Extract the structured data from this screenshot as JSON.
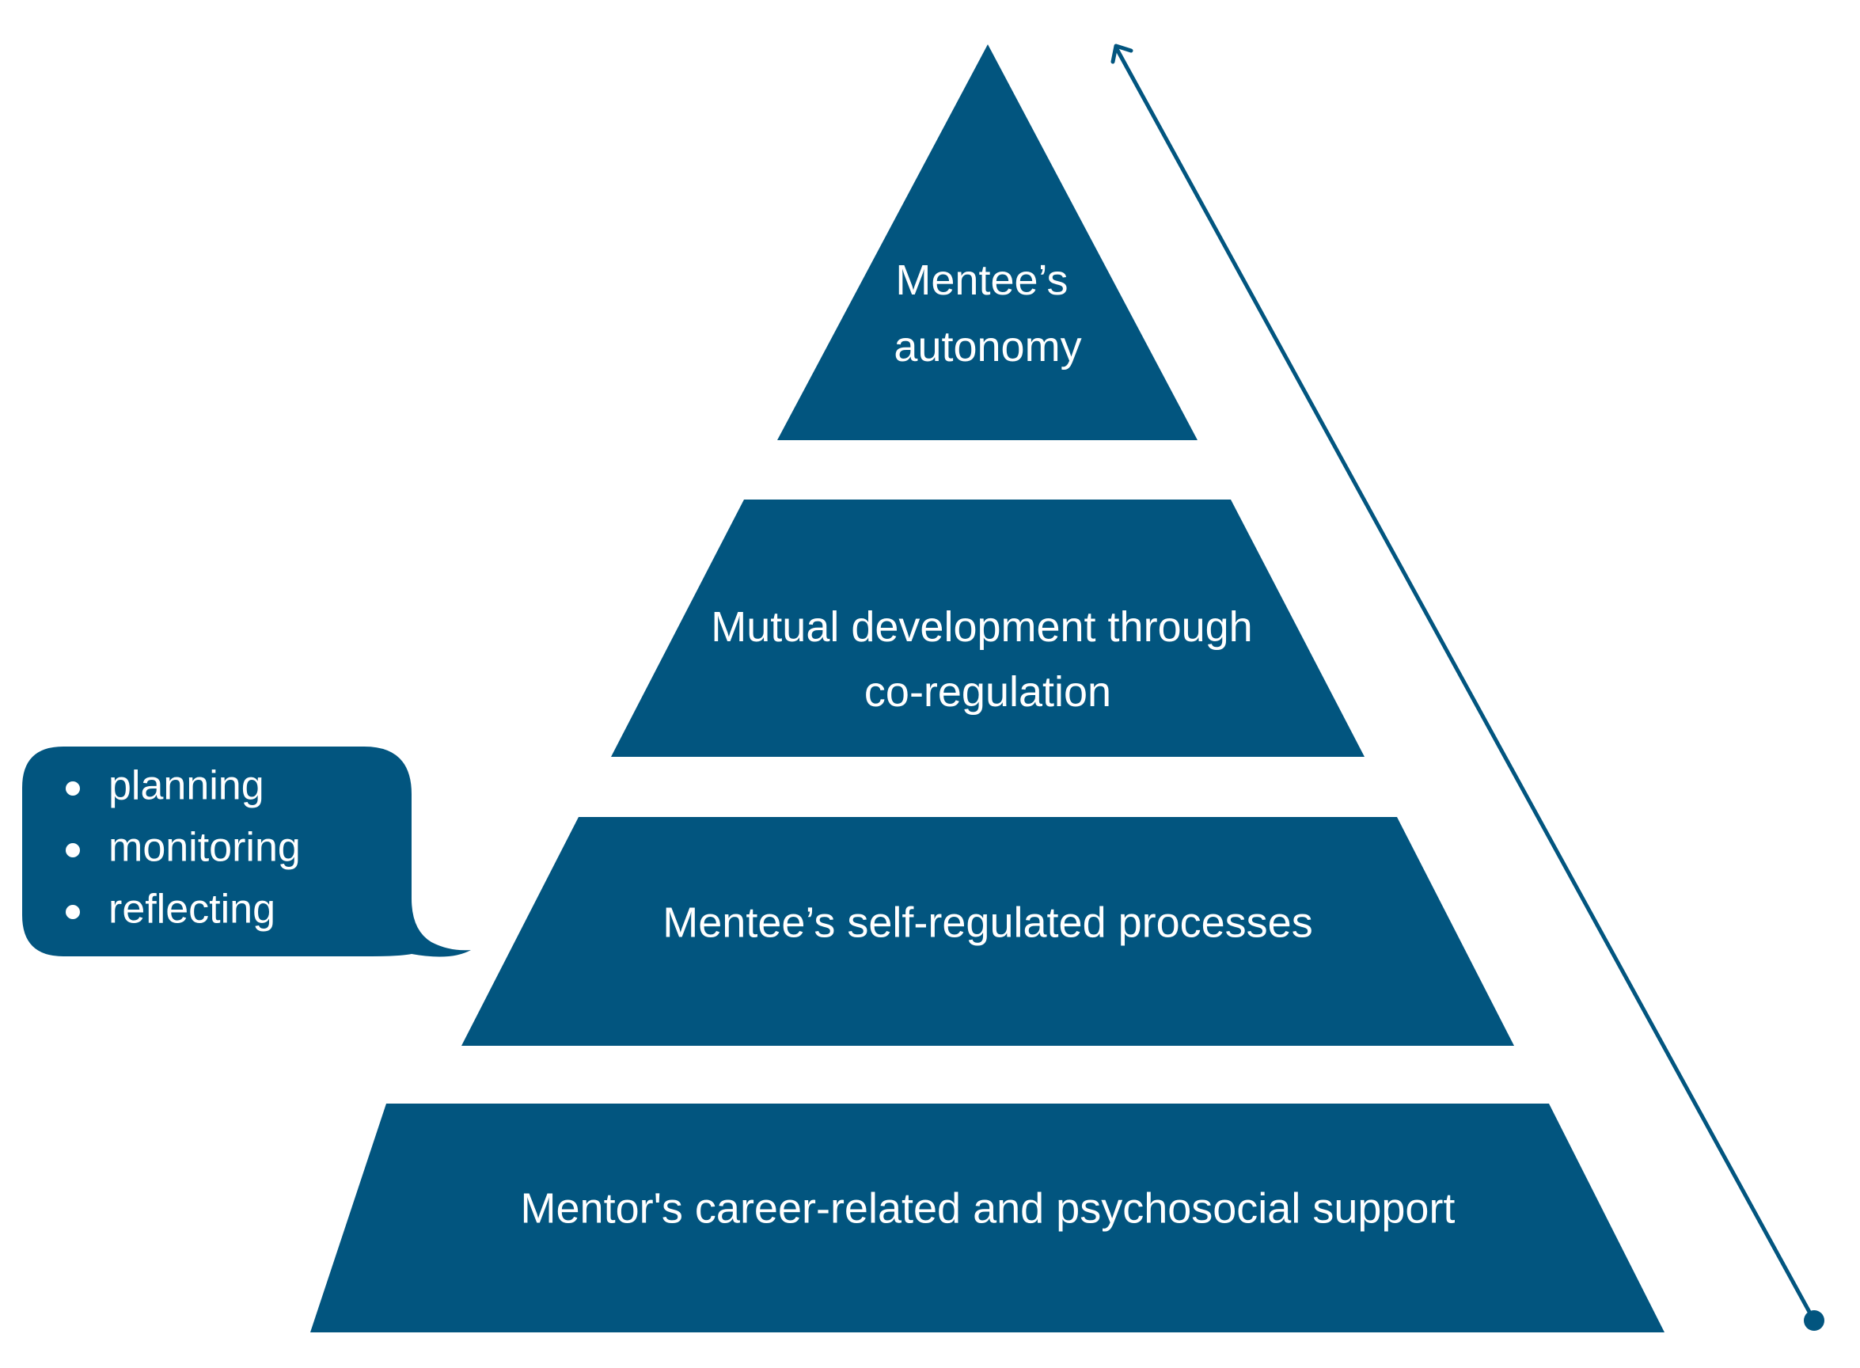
{
  "colors": {
    "primary": "#02557f",
    "text": "#ffffff",
    "background": "#ffffff"
  },
  "pyramid": {
    "tiers": [
      {
        "lines": [
          "Mentee’s",
          "autonomy"
        ]
      },
      {
        "lines": [
          "Mutual development through",
          "co-regulation"
        ]
      },
      {
        "lines": [
          "Mentee’s self-regulated processes"
        ]
      },
      {
        "lines": [
          "Mentor's career-related and psychosocial support"
        ]
      }
    ]
  },
  "callout": {
    "items": [
      "planning",
      "monitoring",
      "reflecting"
    ]
  }
}
